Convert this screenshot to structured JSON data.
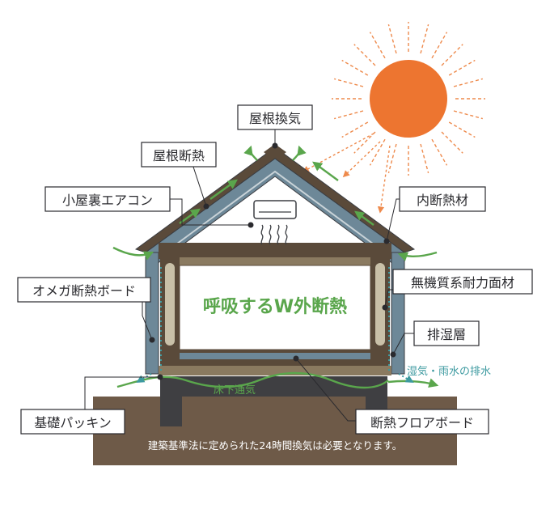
{
  "labels": {
    "roof_ventilation": "屋根換気",
    "roof_insulation": "屋根断熱",
    "attic_aircon": "小屋裏エアコン",
    "inner_insulation": "内断熱材",
    "omega_board": "オメガ断熱ボード",
    "inorganic_panel": "無機質系耐力面材",
    "drain_layer": "排湿層",
    "foundation_packing": "基礎パッキン",
    "floor_board": "断熱フロアボード"
  },
  "center_title": "呼吸するW外断熱",
  "underfloor_text": "床下通気",
  "drain_text": "湿気・雨水の排水",
  "foundation_note": "建築基準法に定められた24時間換気は必要となります。",
  "colors": {
    "sun": "#ed7530",
    "sun_ray": "#ee8a4c",
    "air_arrow": "#5aa64c",
    "outline": "#3b3d42",
    "wall_blue": "#6d8898",
    "panel_dark": "#5a4a3a",
    "ground": "#6e5a48",
    "drain_teal": "#3d9aa0"
  }
}
